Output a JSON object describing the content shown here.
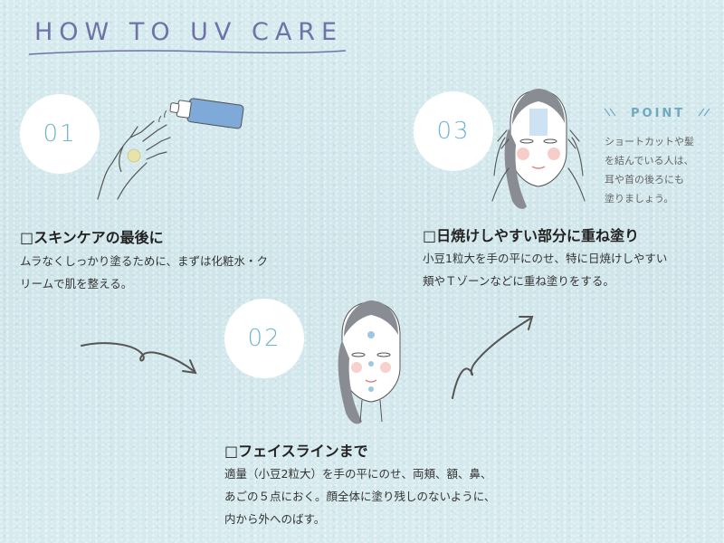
{
  "title": "HOW TO UV CARE",
  "colors": {
    "background": "#d3e8ec",
    "title": "#6f72a6",
    "step_number": "#6fb4cf",
    "point": "#6fa9c0"
  },
  "steps": [
    {
      "number": "01",
      "heading": "□スキンケアの最後に",
      "body": [
        "ムラなくしっかり塗るために、まずは化粧水・ク",
        "リームで肌を整える。"
      ],
      "icon": "hand-with-lotion-bottle-icon"
    },
    {
      "number": "02",
      "heading": "□フェイスラインまで",
      "body": [
        "適量（小豆2粒大）を手の平にのせ、両頬、額、鼻、",
        "あごの５点におく。顔全体に塗り残しのないように、",
        "内から外へのばす。"
      ],
      "icon": "face-with-dots-icon"
    },
    {
      "number": "03",
      "heading": "□日焼けしやすい部分に重ね塗り",
      "body": [
        "小豆1粒大を手の平にのせ、特に日焼けしやすい",
        "頬やＴゾーンなどに重ね塗りをする。"
      ],
      "icon": "face-with-hands-icon"
    }
  ],
  "point": {
    "label": "POINT",
    "lines": [
      "ショートカットや髪",
      "を結んでいる人は、",
      "耳や首の後ろにも",
      "塗りましょう。"
    ]
  }
}
